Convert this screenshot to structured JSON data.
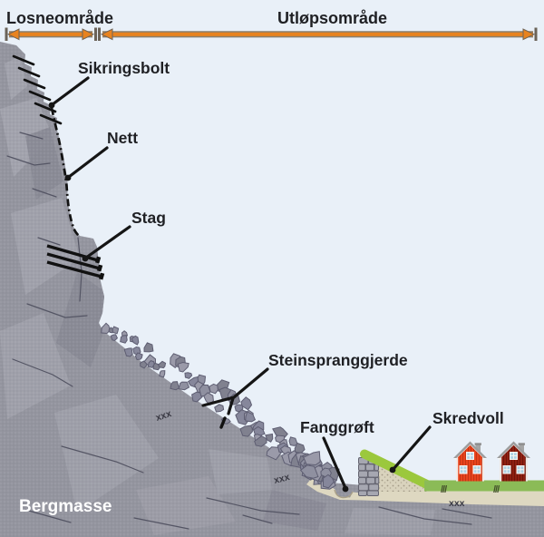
{
  "zones": {
    "release": "Losneområde",
    "runout": "Utløpsområde"
  },
  "callouts": {
    "sikringsbolt": "Sikringsbolt",
    "nett": "Nett",
    "stag": "Stag",
    "steinspranggjerde": "Steinspranggjerde",
    "fanggroft": "Fanggrøft",
    "skredvoll": "Skredvoll"
  },
  "base_label": "Bergmasse",
  "ground_marks": {
    "talus_upper": "xxx",
    "talus_lower": "xxx",
    "plain": "xxx"
  },
  "hatch_marks": {
    "house1": "///",
    "house2": "///"
  },
  "colors": {
    "background": "#e9f0f8",
    "arrow_orange": "#e8831f",
    "arrow_outline": "#8a7e6c",
    "arrow_bar": "#6b6359",
    "text_dark": "#1f2024",
    "text_light": "#ffffff",
    "rock_base": "#94959f",
    "rock_light": "#a5a6b0",
    "rock_dark": "#888995",
    "crack": "#545564",
    "talus_fill": "#8f90a0",
    "talus_stroke": "#5e5e72",
    "ground_beige": "#ded8c1",
    "grass_flat": "#8bbb57",
    "grass_slope": "#9bc83d",
    "wall_stone": "#a6a7b1",
    "house1_red": "#e8431c",
    "house2_red": "#8e2012",
    "roof_gray": "#9c9c9c",
    "window_pane": "#aed3e6"
  }
}
